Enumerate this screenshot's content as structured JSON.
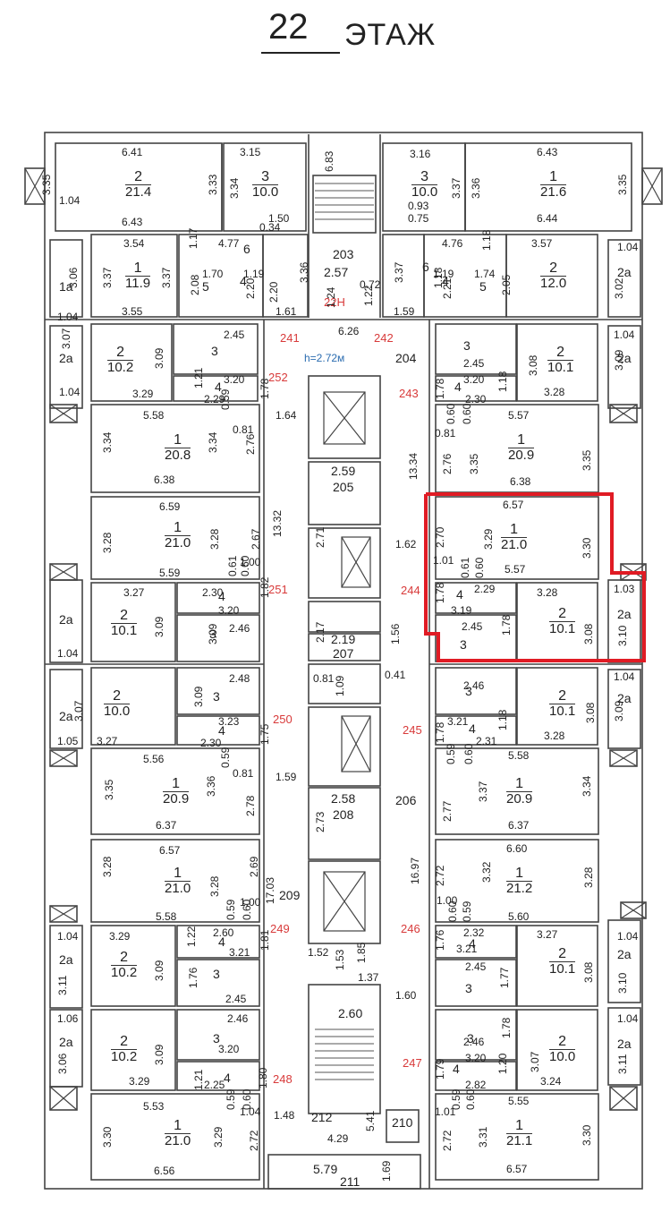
{
  "header": {
    "floor_number": "22",
    "floor_word": "ЭТАЖ"
  },
  "ceiling_height": "h=2.72м",
  "highlight_color": "#e01b24",
  "room_numbers_red": [
    "241",
    "242",
    "243",
    "244",
    "245",
    "246",
    "247",
    "248",
    "249",
    "250",
    "251",
    "252",
    "22Н"
  ],
  "rooms": [
    {
      "id": "r1",
      "num": "2",
      "area": "21.4"
    },
    {
      "id": "r2",
      "num": "3",
      "area": "10.0"
    },
    {
      "id": "r3",
      "num": "3",
      "area": "10.0"
    },
    {
      "id": "r4",
      "num": "1",
      "area": "21.6"
    },
    {
      "id": "r5",
      "num": "1",
      "area": "11.9"
    },
    {
      "id": "r6",
      "num": "2",
      "area": "12.0"
    },
    {
      "id": "r7",
      "num": "2",
      "area": "10.2"
    },
    {
      "id": "r8",
      "num": "2",
      "area": "10.1"
    },
    {
      "id": "r9",
      "num": "1",
      "area": "20.8"
    },
    {
      "id": "r10",
      "num": "1",
      "area": "20.9"
    },
    {
      "id": "r11",
      "num": "1",
      "area": "21.0"
    },
    {
      "id": "r12",
      "num": "1",
      "area": "21.0"
    },
    {
      "id": "r13",
      "num": "2",
      "area": "10.1"
    },
    {
      "id": "r14",
      "num": "2",
      "area": "10.1"
    },
    {
      "id": "r15",
      "num": "2",
      "area": "10.0"
    },
    {
      "id": "r16",
      "num": "2",
      "area": "10.1"
    },
    {
      "id": "r17",
      "num": "1",
      "area": "20.9"
    },
    {
      "id": "r18",
      "num": "1",
      "area": "20.9"
    },
    {
      "id": "r19",
      "num": "1",
      "area": "21.0"
    },
    {
      "id": "r20",
      "num": "1",
      "area": "21.2"
    },
    {
      "id": "r21",
      "num": "2",
      "area": "10.2"
    },
    {
      "id": "r22",
      "num": "2",
      "area": "10.1"
    },
    {
      "id": "r23",
      "num": "2",
      "area": "10.2"
    },
    {
      "id": "r24",
      "num": "2",
      "area": "10.0"
    },
    {
      "id": "r25",
      "num": "1",
      "area": "21.0"
    },
    {
      "id": "r26",
      "num": "1",
      "area": "21.1"
    }
  ],
  "room_labels": {
    "l_1a": "1a",
    "l_5a": "5",
    "l_4a": "4",
    "l_6": "6",
    "l_5b": "5",
    "l_4b": "4",
    "l_6b": "6",
    "l_2a_1": "2a",
    "l_2a_2": "2a",
    "l_2a_3": "2a",
    "l_2a_4": "2a",
    "l_2a_5": "2a",
    "l_2a_6": "2a",
    "l_2a_7": "2a",
    "l_2a_8": "2a",
    "l_2a_9": "2a",
    "l_2a_10": "2a",
    "l_2a_11": "2a",
    "l_3_1": "3",
    "l_3_2": "3",
    "l_3_3": "3",
    "l_3_4": "3",
    "l_3_5": "3",
    "l_3_6": "3",
    "l_3_7": "3",
    "l_3_8": "3",
    "l_3_9": "3",
    "l_3_10": "3",
    "l_4_1": "4",
    "l_4_2": "4",
    "l_4_3": "4",
    "l_4_4": "4",
    "l_4_5": "4",
    "l_4_6": "4",
    "l_4_7": "4",
    "l_4_8": "4",
    "l_4_9": "4",
    "l_4_10": "4"
  },
  "core": {
    "c203": "203",
    "c203_area": "2.57",
    "c204": "204",
    "c205": "205",
    "c205_area": "2.59",
    "c206": "206",
    "c207": "207",
    "c207_area": "2.19",
    "c208": "208",
    "c208_area": "2.58",
    "c209": "209",
    "c210": "210",
    "c211": "211",
    "c211_area": "5.79",
    "c212": "212",
    "c212_area": "2.60"
  },
  "dims": {
    "d1": "6.41",
    "d2": "3.35",
    "d3": "3.33",
    "d4": "6.43",
    "d5": "3.15",
    "d6": "3.34",
    "d7": "6.83",
    "d8": "3.16",
    "d9": "3.37",
    "d10": "3.36",
    "d11": "6.43",
    "d12": "3.35",
    "d13": "6.44",
    "d14": "0.93",
    "d15": "0.75",
    "d16": "0.34",
    "d17": "1.50",
    "d18": "3.54",
    "d19": "1.17",
    "d20": "4.77",
    "d21": "4.76",
    "d22": "1.18",
    "d23": "3.57",
    "d24": "1.04",
    "d25": "3.06",
    "d26": "3.37",
    "d27": "3.37",
    "d28": "1.70",
    "d29": "1.19",
    "d30": "2.08",
    "d31": "2.20",
    "d32": "2.20",
    "d33": "3.36",
    "d34": "3.55",
    "d35": "1.04",
    "d36": "3.37",
    "d37": "1.19",
    "d38": "1.74",
    "d39": "1.18",
    "d40": "2.21",
    "d41": "2.05",
    "d42": "3.02",
    "d43": "1.04",
    "d44": "1.24",
    "d45": "0.72",
    "d46": "1.22",
    "d47": "1.61",
    "d48": "1.59",
    "d49": "6.26",
    "d50": "3.07",
    "d51": "2.45",
    "d52": "3.09",
    "d53": "3.20",
    "d54": "1.21",
    "d55": "2.29",
    "d56": "1.78",
    "d57": "1.04",
    "d58": "3.29",
    "d59": "2.45",
    "d60": "3.08",
    "d61": "3.20",
    "d62": "1.18",
    "d63": "1.78",
    "d64": "2.30",
    "d65": "3.28",
    "d66": "1.04",
    "d67": "3.09",
    "d68": "1.64",
    "d69": "5.58",
    "d70": "3.34",
    "d71": "3.34",
    "d72": "0.59",
    "d73": "0.81",
    "d74": "2.76",
    "d75": "6.38",
    "d76": "5.57",
    "d77": "0.60",
    "d78": "0.60",
    "d79": "0.81",
    "d80": "2.76",
    "d81": "3.35",
    "d82": "3.35",
    "d83": "6.38",
    "d84": "13.34",
    "d85": "6.59",
    "d86": "3.28",
    "d87": "3.28",
    "d88": "2.67",
    "d89": "13.32",
    "d90": "1.00",
    "d91": "0.61",
    "d92": "0.60",
    "d93": "5.59",
    "d94": "1.62",
    "d95": "6.57",
    "d96": "2.70",
    "d97": "3.29",
    "d98": "3.30",
    "d99": "1.01",
    "d100": "0.61",
    "d101": "0.60",
    "d102": "5.57",
    "d103": "3.09",
    "d104": "3.27",
    "d105": "2.30",
    "d106": "1.82",
    "d107": "3.20",
    "d108": "3.09",
    "d109": "2.46",
    "d110": "1.04",
    "d111": "1.78",
    "d112": "2.29",
    "d113": "3.28",
    "d114": "1.03",
    "d115": "3.19",
    "d116": "2.45",
    "d117": "1.78",
    "d118": "3.08",
    "d119": "3.10",
    "d120": "2.71",
    "d121": "2.17",
    "d122": "1.56",
    "d123": "0.81",
    "d124": "1.09",
    "d125": "0.41",
    "d126": "3.09",
    "d127": "2.48",
    "d128": "3.07",
    "d129": "3.23",
    "d130": "3.27",
    "d131": "2.30",
    "d132": "1.75",
    "d133": "1.05",
    "d134": "2.46",
    "d135": "3.21",
    "d136": "1.78",
    "d137": "1.18",
    "d138": "2.31",
    "d139": "3.08",
    "d140": "3.28",
    "d141": "1.04",
    "d142": "3.09",
    "d143": "5.56",
    "d144": "0.59",
    "d145": "0.81",
    "d146": "3.35",
    "d147": "3.36",
    "d148": "2.78",
    "d149": "6.37",
    "d150": "1.59",
    "d151": "5.58",
    "d152": "0.59",
    "d153": "0.60",
    "d154": "2.77",
    "d155": "3.37",
    "d156": "3.34",
    "d157": "6.37",
    "d158": "2.73",
    "d159": "6.57",
    "d160": "3.28",
    "d161": "3.28",
    "d162": "2.69",
    "d163": "17.03",
    "d164": "1.00",
    "d165": "0.59",
    "d166": "0.60",
    "d167": "5.58",
    "d168": "16.97",
    "d169": "6.60",
    "d170": "2.72",
    "d171": "3.32",
    "d172": "3.28",
    "d173": "1.00",
    "d174": "0.60",
    "d175": "0.59",
    "d176": "5.60",
    "d177": "1.52",
    "d178": "1.53",
    "d179": "1.85",
    "d180": "1.37",
    "d181": "1.04",
    "d182": "3.29",
    "d183": "1.22",
    "d184": "2.60",
    "d185": "1.81",
    "d186": "3.11",
    "d187": "3.09",
    "d188": "1.76",
    "d189": "3.21",
    "d190": "2.45",
    "d191": "1.76",
    "d192": "2.32",
    "d193": "3.27",
    "d194": "3.21",
    "d195": "2.45",
    "d196": "1.77",
    "d197": "3.08",
    "d198": "3.10",
    "d199": "1.04",
    "d200": "1.60",
    "d201": "1.06",
    "d202": "2.46",
    "d203": "3.06",
    "d204": "3.09",
    "d205": "3.20",
    "d206": "3.29",
    "d207": "1.21",
    "d208": "2.25",
    "d209": "1.80",
    "d210": "2.46",
    "d211": "3.07",
    "d212": "3.20",
    "d213": "1.20",
    "d214": "3.24",
    "d215": "1.04",
    "d216": "3.11",
    "d217": "1.79",
    "d218": "1.78",
    "d219": "5.53",
    "d220": "0.59",
    "d221": "0.60",
    "d222": "1.04",
    "d223": "3.30",
    "d224": "3.29",
    "d225": "2.72",
    "d226": "6.56",
    "d227": "1.48",
    "d228": "4.29",
    "d229": "5.41",
    "d230": "5.55",
    "d231": "2.82",
    "d232": "1.01",
    "d233": "0.59",
    "d234": "0.60",
    "d235": "2.72",
    "d236": "3.31",
    "d237": "3.30",
    "d238": "6.57",
    "d239": "1.69"
  }
}
